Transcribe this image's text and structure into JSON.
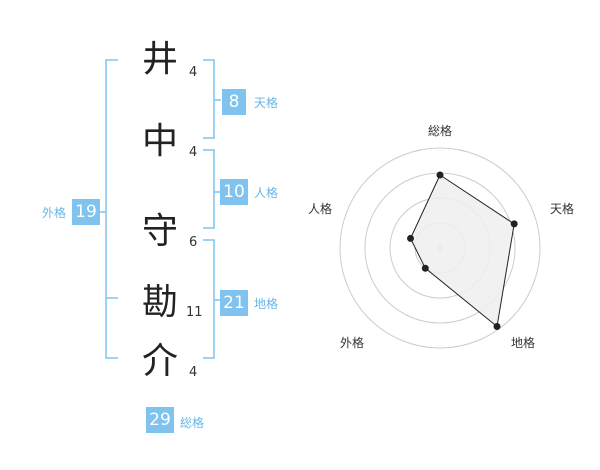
{
  "name_chars": [
    {
      "char": "井",
      "strokes": "4"
    },
    {
      "char": "中",
      "strokes": "4"
    },
    {
      "char": "守",
      "strokes": "6"
    },
    {
      "char": "勘",
      "strokes": "11"
    },
    {
      "char": "介",
      "strokes": "4"
    }
  ],
  "fortunes": {
    "tenkaku": {
      "value": "8",
      "label": "天格"
    },
    "jinkaku": {
      "value": "10",
      "label": "人格"
    },
    "chikaku": {
      "value": "21",
      "label": "地格"
    },
    "gaikaku": {
      "value": "19",
      "label": "外格"
    },
    "soukaku": {
      "value": "29",
      "label": "総格"
    }
  },
  "chart_data": {
    "type": "radar",
    "axes": [
      "総格",
      "天格",
      "地格",
      "外格",
      "人格"
    ],
    "values": [
      0.73,
      0.78,
      0.97,
      0.25,
      0.31
    ],
    "scale_max": 1,
    "rings": 4
  },
  "colors": {
    "accent": "#7fc3ee",
    "accent_text": "#66b6e8",
    "bracket": "#7fc3ee",
    "radar_fill": "#eeeeee",
    "radar_line": "#222222",
    "grid": "#cccccc"
  }
}
